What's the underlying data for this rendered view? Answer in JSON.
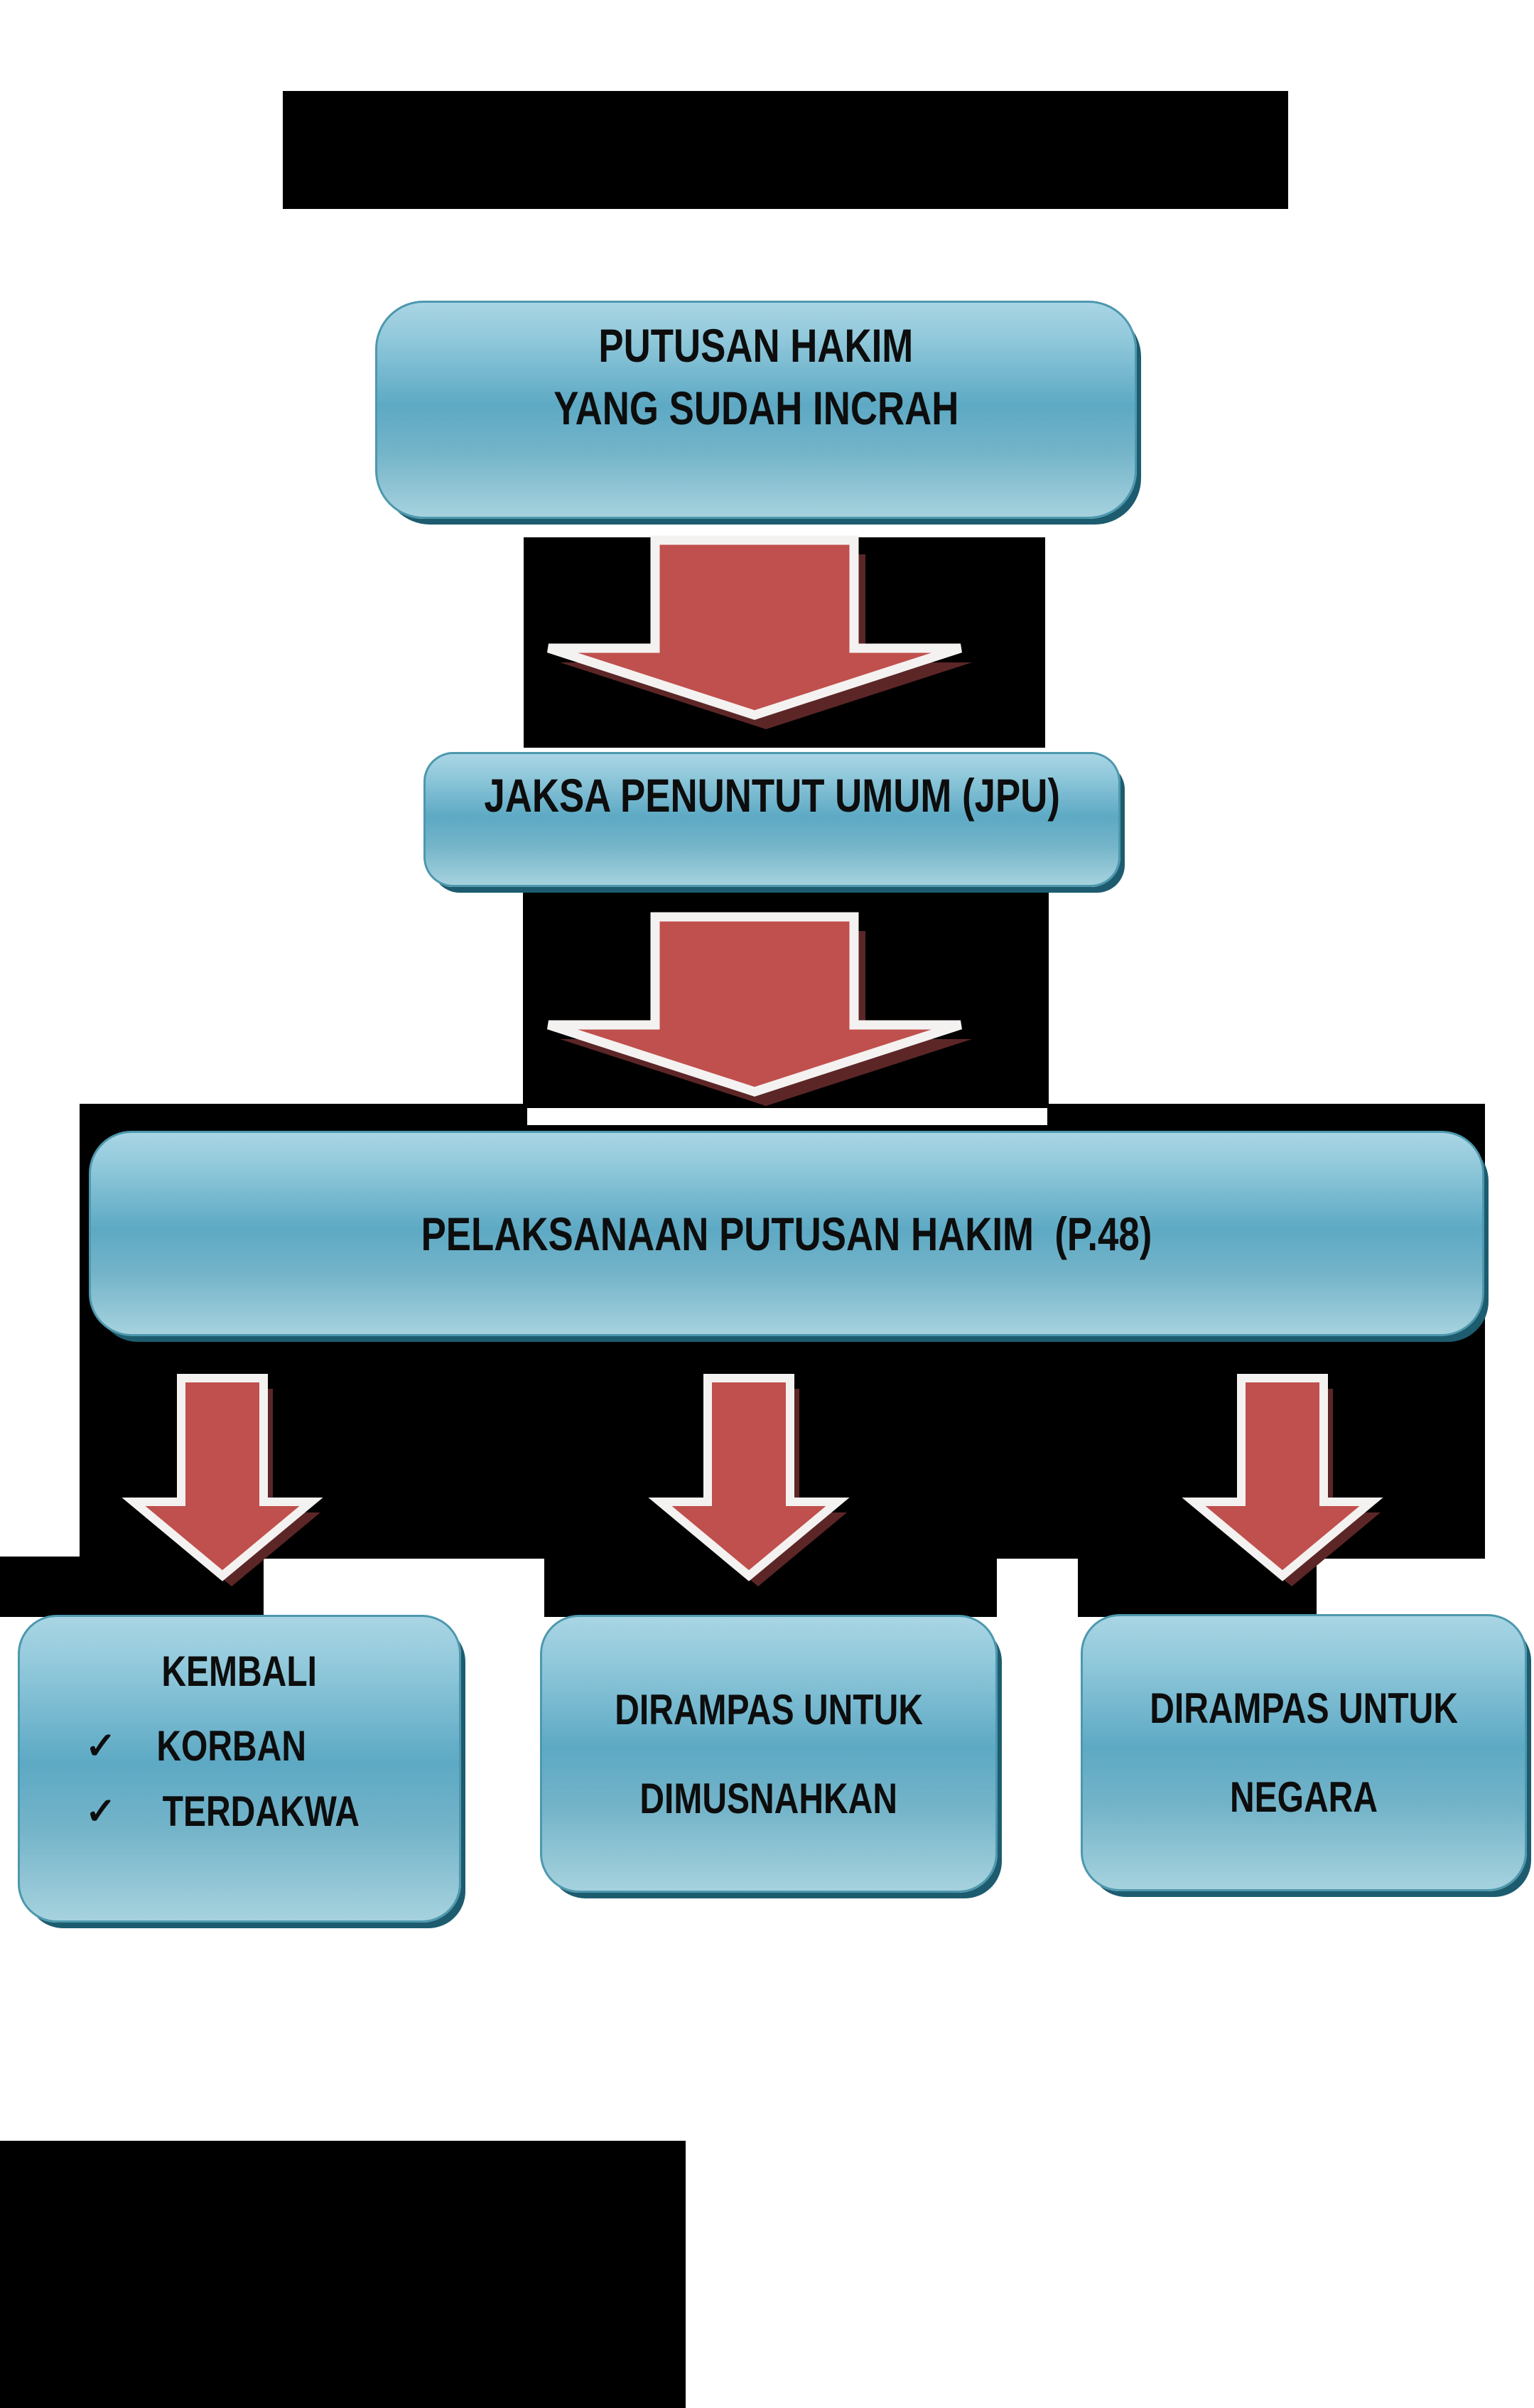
{
  "diagram": {
    "title_block": {
      "label": ""
    },
    "nodes": {
      "putusan_hakim": {
        "line1": "PUTUSAN HAKIM",
        "line2": "YANG SUDAH INCRAH"
      },
      "jpu": {
        "label": "JAKSA PENUNTUT UMUM (JPU)"
      },
      "pelaksanaan": {
        "label": "PELAKSANAAN PUTUSAN HAKIM  (P.48)"
      },
      "kembali": {
        "title": "KEMBALI",
        "check_glyph": "✓",
        "items": [
          {
            "label": "KORBAN"
          },
          {
            "label": "TERDAKWA"
          }
        ]
      },
      "dirampas_dimusnahkan": {
        "line1": "DIRAMPAS UNTUK",
        "line2": "DIMUSNAHKAN"
      },
      "dirampas_negara": {
        "line1": "DIRAMPAS UNTUK",
        "line2": "NEGARA"
      }
    },
    "colors": {
      "node_fill_top": "#a9d5e4",
      "node_fill_mid": "#5da9c4",
      "node_fill_bottom": "#a6d2de",
      "node_border": "#4d98ae",
      "node_shadow": "#1d5c6f",
      "arrow_fill": "#c0504d",
      "arrow_outline": "#f4f2f1",
      "arrow_shadow": "#5c2627",
      "backdrop": "#000000",
      "text": "#0d0d0d"
    }
  }
}
